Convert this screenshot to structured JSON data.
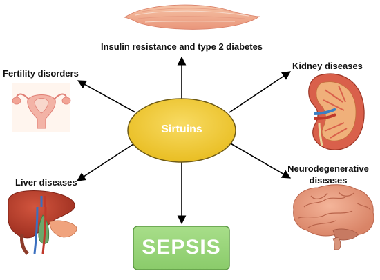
{
  "center": {
    "label": "Sirtuins"
  },
  "outcomes": {
    "insulin": "Insulin resistance and type 2 diabetes",
    "fertility": "Fertility disorders",
    "kidney": "Kidney diseases",
    "liver": "Liver diseases",
    "neuro_line1": "Neurodegenerative",
    "neuro_line2": "diseases",
    "sepsis": "SEPSIS"
  },
  "colors": {
    "center_fill": "#F2CB3A",
    "center_stroke": "#6E5A15",
    "sepsis_fill": "#9CD67E",
    "sepsis_stroke": "#5E9A45",
    "arrow": "#000000"
  },
  "icons": [
    "muscle-icon",
    "uterus-icon",
    "kidney-icon",
    "liver-icon",
    "brain-icon"
  ]
}
